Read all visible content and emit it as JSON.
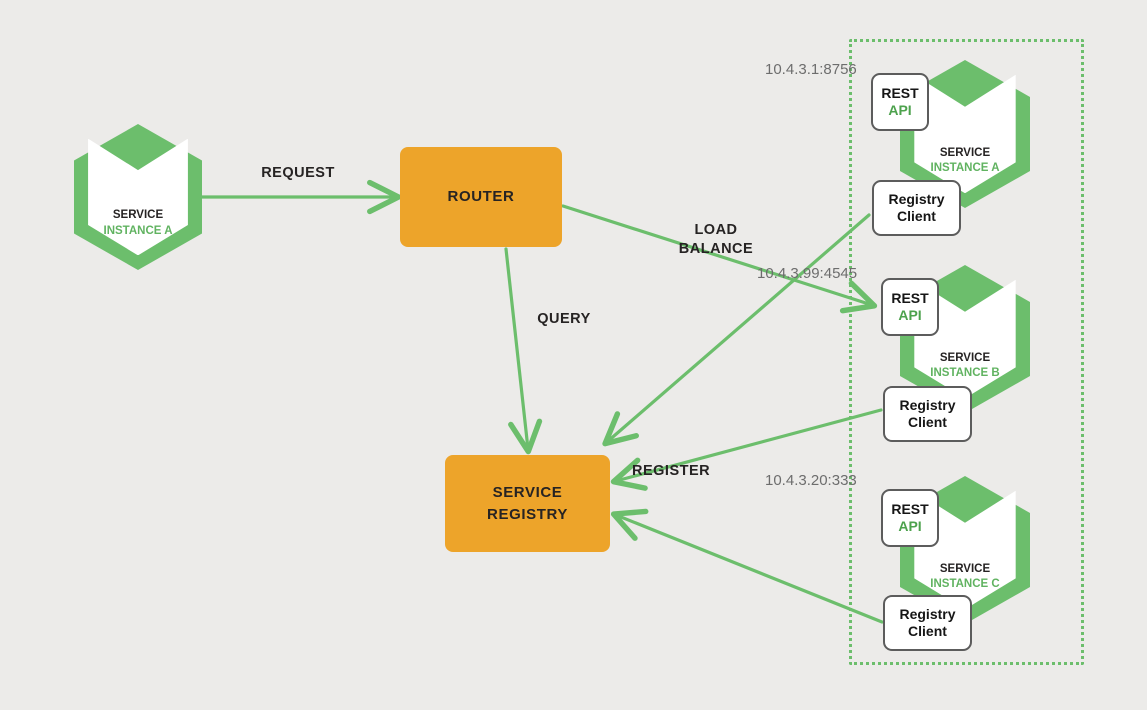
{
  "diagram": {
    "title": "Service Discovery Architecture",
    "background_color": "#ecebe9",
    "accent_green": "#6cbe6c",
    "accent_orange": "#eda42a"
  },
  "client": {
    "label_line1": "SERVICE",
    "label_line2": "INSTANCE A"
  },
  "router": {
    "label": "ROUTER"
  },
  "registry": {
    "label_line1": "SERVICE",
    "label_line2": "REGISTRY"
  },
  "edges": {
    "request": "REQUEST",
    "load_balance": "LOAD\nBALANCE",
    "query": "QUERY",
    "register": "REGISTER"
  },
  "cluster": {
    "instances": [
      {
        "address": "10.4.3.1:8756",
        "rest_api_line1": "REST",
        "rest_api_line2": "API",
        "registry_client_line1": "Registry",
        "registry_client_line2": "Client",
        "name_line1": "SERVICE",
        "name_line2": "INSTANCE A"
      },
      {
        "address": "10.4.3.99:4545",
        "rest_api_line1": "REST",
        "rest_api_line2": "API",
        "registry_client_line1": "Registry",
        "registry_client_line2": "Client",
        "name_line1": "SERVICE",
        "name_line2": "INSTANCE B"
      },
      {
        "address": "10.4.3.20:333",
        "rest_api_line1": "REST",
        "rest_api_line2": "API",
        "registry_client_line1": "Registry",
        "registry_client_line2": "Client",
        "name_line1": "SERVICE",
        "name_line2": "INSTANCE C"
      }
    ]
  }
}
